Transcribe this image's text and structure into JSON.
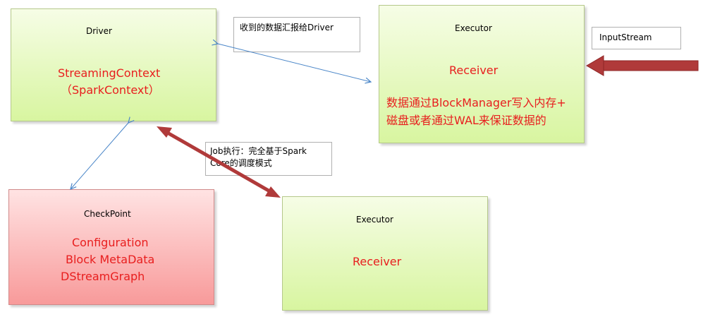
{
  "driver": {
    "title": "Driver",
    "line1": "StreamingContext",
    "line2": "（SparkContext）"
  },
  "executor_top": {
    "title": "Executor",
    "receiver": "Receiver",
    "desc_line1": "数据通过BlockManager写入内存+",
    "desc_line2": "磁盘或者通过WAL来保证数据的"
  },
  "input_stream": {
    "label": "InputStream"
  },
  "report_note": {
    "text": "收到的数据汇报给Driver"
  },
  "job_note": {
    "line1": "Job执行：完全基于Spark",
    "line2": "Core的调度模式"
  },
  "checkpoint": {
    "title": "CheckPoint",
    "line1": "Configuration",
    "line2": "Block MetaData",
    "line3": "DStreamGraph"
  },
  "executor_bottom": {
    "title": "Executor",
    "receiver": "Receiver"
  },
  "colors": {
    "green_box": "#d8f5a0",
    "red_box": "#f89a9a",
    "red_text": "#e81e1e",
    "thin_arrow": "#4a86c8",
    "thick_arrow": "#b03a3a"
  }
}
